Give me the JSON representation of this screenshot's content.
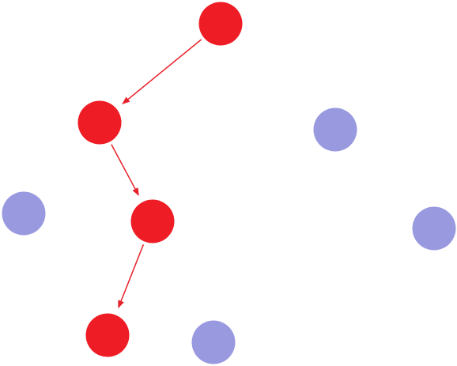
{
  "colors": {
    "path_node": "#ee1c25",
    "other_node": "#9999e0",
    "edge": "#e8202a",
    "background": "#ffffff"
  },
  "graph": {
    "nodes": [
      {
        "id": "n1",
        "group": "path"
      },
      {
        "id": "n2",
        "group": "path"
      },
      {
        "id": "n3",
        "group": "path"
      },
      {
        "id": "n4",
        "group": "path"
      },
      {
        "id": "n5",
        "group": "other"
      },
      {
        "id": "n6",
        "group": "other"
      },
      {
        "id": "n7",
        "group": "other"
      },
      {
        "id": "n8",
        "group": "other"
      }
    ],
    "edges": [
      {
        "from": "n1",
        "to": "n2",
        "directed": true
      },
      {
        "from": "n2",
        "to": "n3",
        "directed": true
      },
      {
        "from": "n3",
        "to": "n4",
        "directed": true
      }
    ]
  }
}
